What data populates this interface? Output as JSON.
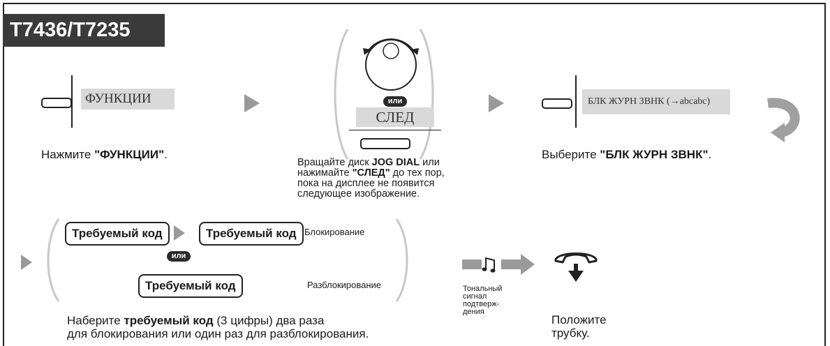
{
  "model": "T7436/T7235",
  "step1": {
    "display": "ФУНКЦИИ",
    "instruction": {
      "prefix": "Нажмите ",
      "bold": "\"ФУНКЦИИ\"",
      "suffix": "."
    }
  },
  "step2": {
    "or_label": "или",
    "display": "СЛЕД",
    "instruction": {
      "l1a": "Вращайте диск ",
      "l1b": "JOG DIAL",
      "l1c": " или",
      "l2a": "нажимайте ",
      "l2b": "\"СЛЕД\"",
      "l2c": " до тех пор,",
      "l3": "пока на дисплее не появится",
      "l4": "следующее изображение."
    }
  },
  "step3": {
    "display": "БЛК ЖУРН ЗВНК (→abcabc)",
    "instruction": {
      "prefix": "Выберите ",
      "bold": "\"БЛК ЖУРН ЗВНК\"",
      "suffix": "."
    }
  },
  "step4": {
    "code_label_1": "Требуемый код",
    "code_label_2": "Требуемый код",
    "lock_label": "Блокирование",
    "or_label": "или",
    "code_label_3": "Требуемый код",
    "unlock_label": "Разблокирование",
    "instruction": {
      "l1a": "Наберите ",
      "l1b": "требуемый код",
      "l1c": " (3 цифры) два раза",
      "l2": "для блокирования или один раз для разблокирования."
    }
  },
  "step5": {
    "tone_lines": [
      "Тональный",
      "сигнал",
      "подтверж-",
      "дения"
    ]
  },
  "step6": {
    "lines": [
      "Положите",
      "трубку."
    ]
  },
  "colors": {
    "lcd_background": "#d9d9d9",
    "arrow_gray": "#9a9a9a",
    "model_tab": "#3a3a3a"
  }
}
